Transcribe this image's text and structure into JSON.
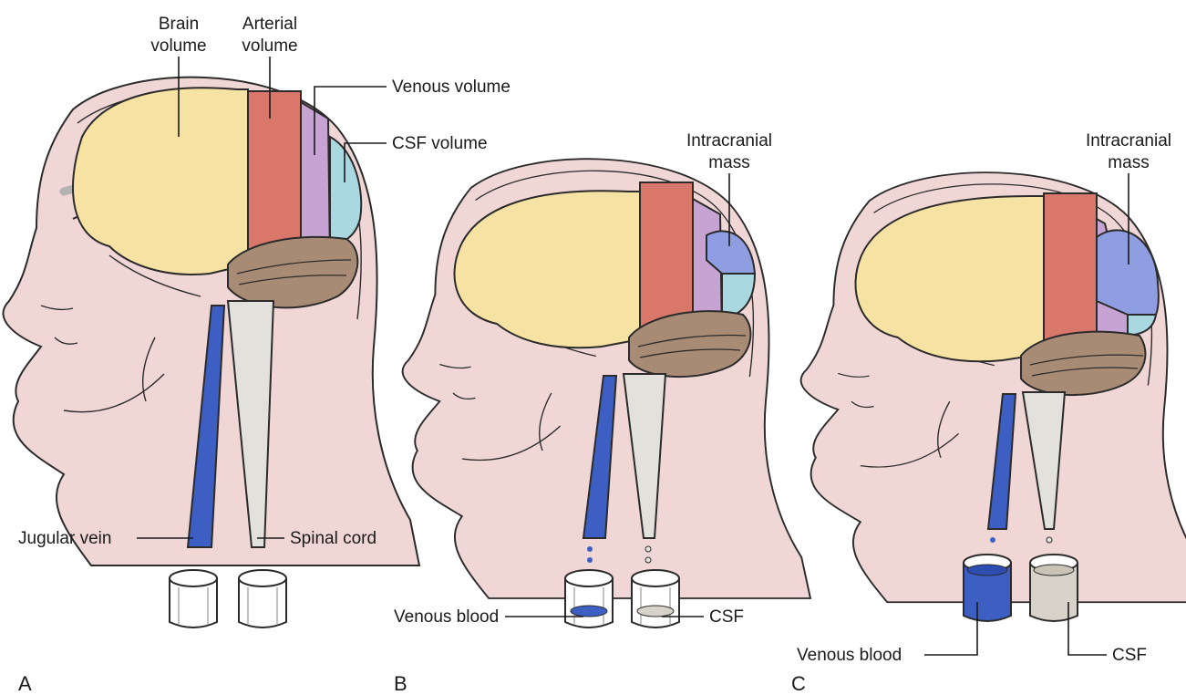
{
  "panels": [
    {
      "letter": "A",
      "labels": {
        "brain": [
          "Brain",
          "volume"
        ],
        "arterial": [
          "Arterial",
          "volume"
        ],
        "venous": "Venous volume",
        "csf_volume": "CSF volume",
        "jugular": "Jugular vein",
        "spinal": "Spinal cord"
      }
    },
    {
      "letter": "B",
      "labels": {
        "mass": [
          "Intracranial",
          "mass"
        ],
        "venous_blood": "Venous blood",
        "csf": "CSF"
      }
    },
    {
      "letter": "C",
      "labels": {
        "mass": [
          "Intracranial",
          "mass"
        ],
        "venous_blood": "Venous blood",
        "csf": "CSF"
      }
    }
  ],
  "colors": {
    "skin": "#f1d6d6",
    "brain": "#f6e2a3",
    "arterial": "#d9776a",
    "venous": "#c7a3d3",
    "csf": "#a9d8e0",
    "mass": "#8f9ee0",
    "cerebellum": "#a88b74",
    "vein": "#3d5fc4",
    "cord": "#e3e1dc",
    "eyebrow": "#b3b3b3"
  }
}
